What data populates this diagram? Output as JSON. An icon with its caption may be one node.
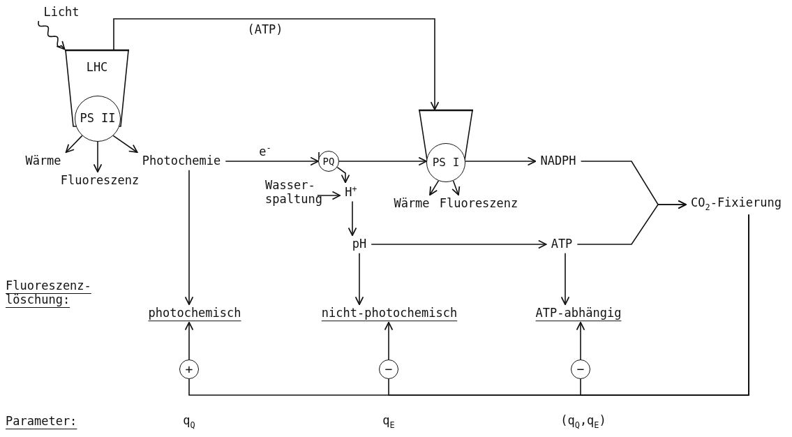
{
  "diagram": {
    "nodes": [
      {
        "text": [
          "Licht"
        ]
      },
      {
        "text": [
          "LHC"
        ]
      },
      {
        "text": [
          "PS II"
        ]
      },
      {
        "text": [
          "Wärme"
        ]
      },
      {
        "text": [
          "Fluoreszenz"
        ]
      },
      {
        "text": [
          "Photochemie"
        ]
      },
      {
        "text": [
          "PQ"
        ]
      },
      {
        "text": [],
        "shape": "trapezoid"
      },
      {
        "text": [
          "PS I"
        ]
      },
      {
        "text": [
          "Wasser- spaltung"
        ]
      },
      {
        "text": [
          "H$^{+}$"
        ]
      },
      {
        "text": [
          "Wärme"
        ]
      },
      {
        "text": [
          "Fluoreszenz"
        ]
      },
      {
        "text": [
          "NADPH"
        ]
      },
      {
        "text": [
          "pH"
        ]
      },
      {
        "text": [
          "ATP"
        ]
      },
      {
        "text": [
          "CO$_{2}$-Fixierung"
        ]
      },
      {
        "text": [
          "photochemisch"
        ]
      },
      {
        "text": [
          "nicht-photochemisch"
        ]
      },
      {
        "text": [
          "ATP-abhängig"
        ]
      },
      {
        "text": [
          "+"
        ]
      },
      {
        "text": [
          "−"
        ]
      },
      {
        "text": [
          "−"
        ]
      }
    ],
    "edges": [
      {
        "from": 0,
        "to": 1,
        "arrow": "to"
      },
      {
        "from": 1,
        "to": 7,
        "arrow": "to",
        "label": "(ATP)"
      },
      {
        "from": 2,
        "to": 3,
        "arrow": "to"
      },
      {
        "from": 2,
        "to": 4,
        "arrow": "to"
      },
      {
        "from": 2,
        "to": 5,
        "arrow": "to"
      },
      {
        "from": 5,
        "to": 6,
        "arrow": "to",
        "label": "e$^{-}$"
      },
      {
        "from": 6,
        "to": 10,
        "arrow": "to"
      },
      {
        "from": 6,
        "to": 8,
        "arrow": "to"
      },
      {
        "from": 9,
        "to": 10,
        "arrow": "to"
      },
      {
        "from": 8,
        "to": 11,
        "arrow": "to"
      },
      {
        "from": 8,
        "to": 12,
        "arrow": "to"
      },
      {
        "from": 8,
        "to": 13,
        "arrow": "to"
      },
      {
        "from": 13,
        "to": 16,
        "arrow": "to"
      },
      {
        "from": 15,
        "to": 16,
        "arrow": "to"
      },
      {
        "from": 10,
        "to": 14,
        "arrow": "to"
      },
      {
        "from": 14,
        "to": 15,
        "arrow": "to"
      },
      {
        "from": 5,
        "to": 17,
        "arrow": "to"
      },
      {
        "from": 14,
        "to": 18,
        "arrow": "to"
      },
      {
        "from": 15,
        "to": 19,
        "arrow": "to"
      },
      {
        "from": 16,
        "to": 20,
        "arrow": "none"
      },
      {
        "from": 16,
        "to": 21,
        "arrow": "none"
      },
      {
        "from": 16,
        "to": 22,
        "arrow": "none"
      },
      {
        "from": 20,
        "to": 17,
        "arrow": "to"
      },
      {
        "from": 21,
        "to": 18,
        "arrow": "to"
      },
      {
        "from": 22,
        "to": 19,
        "arrow": "to"
      }
    ],
    "labels": [
      "Fluoreszenz- löschung:",
      "Parameter:",
      "q$_{Q}$",
      "q$_{E}$",
      "(q$_{Q}$,q$_{E}$)"
    ]
  }
}
